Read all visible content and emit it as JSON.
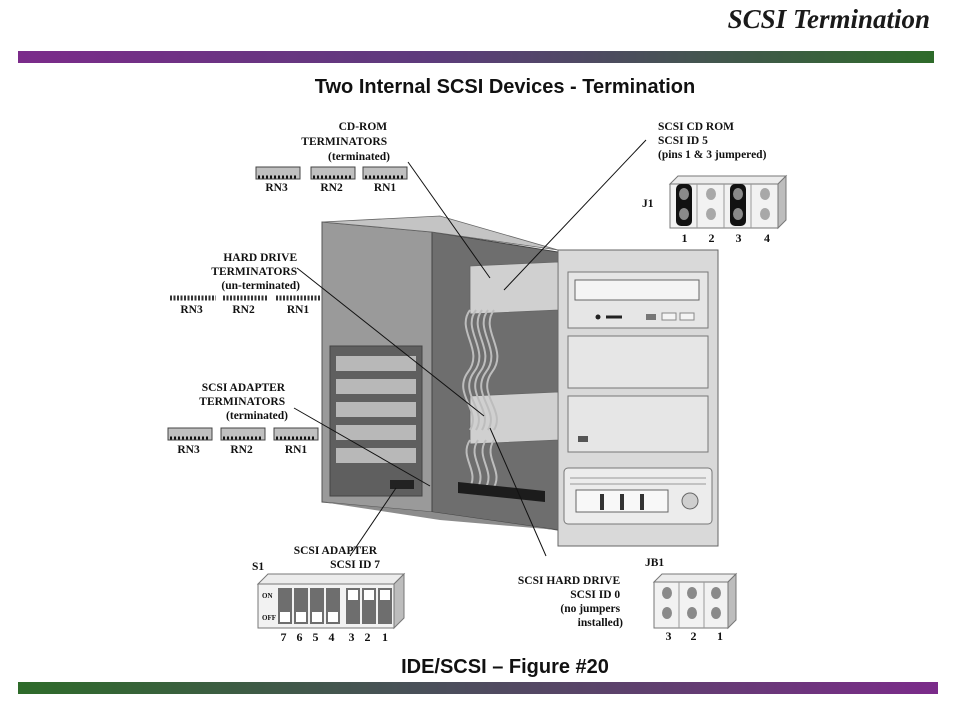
{
  "header": {
    "title": "SCSI Termination"
  },
  "figure": {
    "title": "Two Internal SCSI Devices - Termination",
    "caption": "IDE/SCSI – Figure #20"
  },
  "labels": {
    "cdrom_terminators": [
      "CD-ROM",
      "TERMINATORS",
      "(terminated)"
    ],
    "hd_terminators": [
      "HARD DRIVE",
      "TERMINATORS",
      "(un-terminated)"
    ],
    "adapter_terminators": [
      "SCSI ADAPTER",
      "TERMINATORS",
      "(terminated)"
    ],
    "scsi_cdrom": [
      "SCSI CD ROM",
      "SCSI ID 5",
      "(pins 1 & 3 jumpered)"
    ],
    "scsi_adapter": [
      "SCSI ADAPTER",
      "SCSI ID 7"
    ],
    "scsi_hard_drive": [
      "SCSI HARD DRIVE",
      "SCSI ID 0",
      "(no jumpers",
      "installed)"
    ]
  },
  "rn_labels": [
    "RN3",
    "RN2",
    "RN1"
  ],
  "j1": {
    "name": "J1",
    "pins": [
      "1",
      "2",
      "3",
      "4"
    ]
  },
  "jb1": {
    "name": "JB1",
    "pins": [
      "3",
      "2",
      "1"
    ]
  },
  "s1": {
    "name": "S1",
    "on": "ON",
    "off": "OFF",
    "switches": [
      "7",
      "6",
      "5",
      "4",
      "3",
      "2",
      "1"
    ]
  },
  "colors": {
    "accent_purple": "#7b2b8a",
    "accent_green": "#2e6b2a"
  }
}
